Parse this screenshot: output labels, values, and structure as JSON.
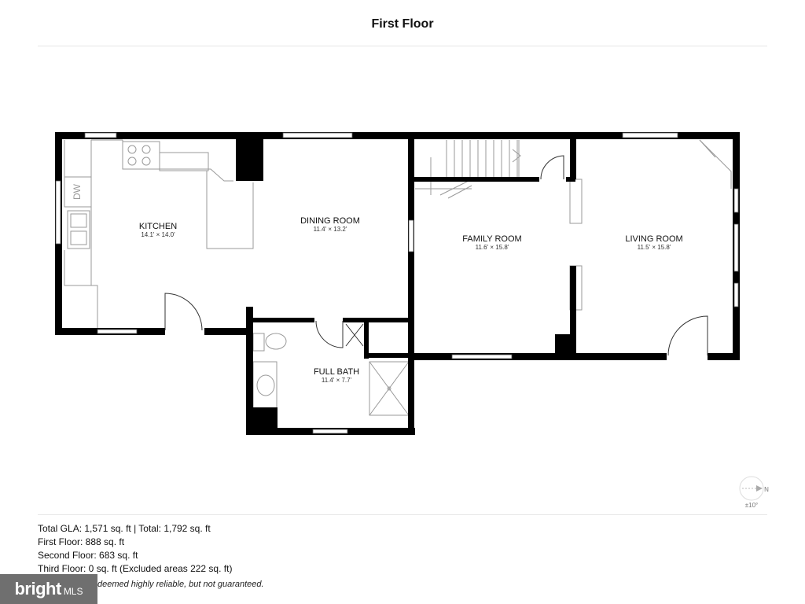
{
  "title": "First Floor",
  "rooms": [
    {
      "name": "KITCHEN",
      "dims": "14.1' × 14.0'"
    },
    {
      "name": "DINING ROOM",
      "dims": "11.4' × 13.2'"
    },
    {
      "name": "FAMILY ROOM",
      "dims": "11.6' × 15.8'"
    },
    {
      "name": "LIVING ROOM",
      "dims": "11.5' × 15.8'"
    },
    {
      "name": "FULL BATH",
      "dims": "11.4' × 7.7'"
    }
  ],
  "fixtures": {
    "dishwasher": "DW"
  },
  "compass": {
    "direction": "N",
    "tolerance": "±10°"
  },
  "stats": [
    "Total GLA: 1,571 sq. ft | Total: 1,792 sq. ft",
    "First Floor: 888 sq. ft",
    "Second Floor: 683 sq. ft",
    "Third Floor: 0 sq. ft (Excluded areas 222 sq. ft)"
  ],
  "brand": {
    "word": "bright",
    "suffix": "MLS"
  },
  "disclaimer": "deemed highly reliable, but not guaranteed."
}
